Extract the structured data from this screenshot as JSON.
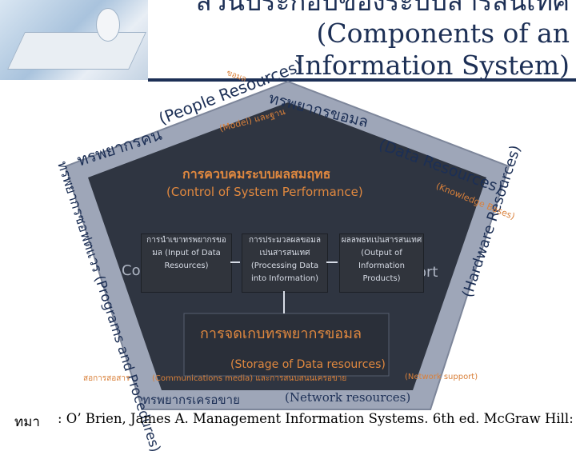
{
  "title": {
    "line1": "สวนประกอบของระบบสารสนเทศ",
    "line2": "(Components of an",
    "line3": "Information System)"
  },
  "labels": {
    "people_res": "(People Resources)",
    "people_th": "ทรพยากรคน",
    "data_res_th": "ทรพยากรขอมล",
    "data_res_en": "(Data Resources)",
    "hardware_res": "(Hardware Resources)",
    "software_res": "ทรพยากรซอฟตแวร (Programs and Procedures)",
    "network_res_th": "ทรพยากรเครอขาย",
    "network_res_en": "(Network resources)",
    "control_th": "การควบคมระบบผลสมฤทธ",
    "control_en": "(Control of System Performance)",
    "storage_th": "การจดเกบทรพยากรขอมล",
    "storage_en": "(Storage of Data resources)",
    "input_box": "การนำเขาทรพยากรขอมล (Input of Data Resources)",
    "processing_box": "การประมวลผลขอมลเปนสารสนเทศ (Processing Data into Information)",
    "output_box": "ผลลพธทเปนสารสนเทศ (Output of Information Products)",
    "control_partial": "Con",
    "ort_partial": "ort",
    "model_text": "(Model) และฐาน",
    "knowledge_bases": "(Knowledge Bases)",
    "network_support": "(Network support)",
    "communications_media": "(Communications media) และการสนบสนนเครอขาย",
    "small_left": "สอการสอสาร",
    "small_top": "ขอมล"
  },
  "footer": {
    "key": "ทมา",
    "text": ": O’ Brien, James A. Management Information Systems. 6th ed. McGraw Hill:"
  },
  "colors": {
    "pentagon_dark": "#2f3541",
    "pentagon_gray": "#9ea6b8",
    "accent_orange": "#d9803a",
    "navy": "#1c2f55"
  }
}
